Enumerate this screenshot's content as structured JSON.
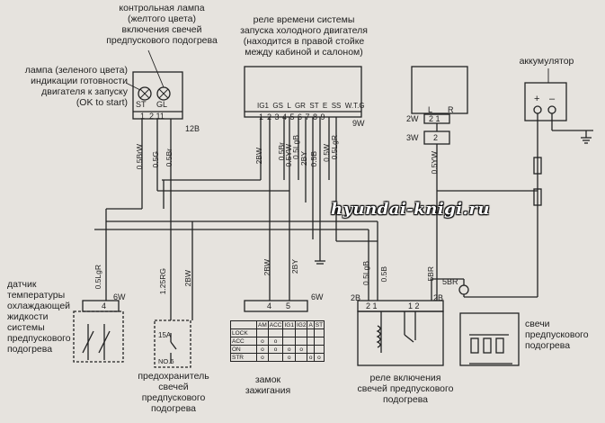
{
  "labels": {
    "yellow_lamp": "контрольная лампа\n(желтого цвета)\nвключения свечей\nпредпускового подогрева",
    "green_lamp": "лампа (зеленого цвета)\nиндикации готовности\nдвигателя к запуску\n(OK to start)",
    "relay_timer": "реле времени системы\nзапуска холодного двигателя\n(находится в правой стойке\nмежду кабиной и салоном)",
    "battery": "аккумулятор",
    "temp_sensor": "датчик\nтемпературы\nохлаждающей\nжидкости\nсистемы\nпредпускового\nподогрева",
    "fuse": "предохранитель\nсвечей\nпредпускового\nподогрева",
    "ignition": "замок\nзажигания",
    "glow_relay": "реле включения\nсвечей предпускового\nподогрева",
    "glow_plugs": "свечи\nпредпускового\nподогрева",
    "watermark": "hyundai-knigi.ru"
  },
  "pins": {
    "lamp_st": "ST",
    "lamp_gl": "GL",
    "lamp_pins": "1  2 11",
    "lamp_conn": "12B",
    "relay_terms": "IG1  GS  L  GR  ST  E  SS  W.T.G",
    "relay_pins": "2 3 4 5 6 7 8 9",
    "relay_pin1": "1",
    "relay_conn": "9W",
    "block_l": "L",
    "block_r": "R",
    "block_pins": "2 1",
    "block_2": "2",
    "conn_2w": "2W",
    "conn_3w": "3W",
    "bat_plus": "+",
    "bat_minus": "–",
    "sensor_pin": "4",
    "sensor_conn": "6W",
    "fuse_amp": "15A",
    "fuse_no": "NO.6",
    "ign_pin4": "4",
    "ign_pin5": "5",
    "ign_conn": "6W",
    "glow_left": "2 1",
    "glow_right": "1 2",
    "glow_conn_l": "2B",
    "glow_conn_r": "2B",
    "plug_wire": "5BR"
  },
  "wires": {
    "w1": "0.5BrW",
    "w2": "0.5G",
    "w3": "0.5Br",
    "w4": "2BW",
    "w5": "0.5Br",
    "w6": "0.5YW",
    "w7": "0.5LgB",
    "w8": "2BY",
    "w9": "0.5B",
    "w10": "0.5W",
    "w11": "0.5LgR",
    "w12": "0.5YW",
    "w13": "0.5LgR",
    "w14": "1.25RG",
    "w15": "2BW",
    "w16": "2BW",
    "w17": "2BY",
    "w18": "0.5LgB",
    "w19": "0.5B",
    "w20": "5BR"
  },
  "ignition_table": {
    "header": [
      "",
      "AM",
      "ACC",
      "IG1",
      "IG2",
      "A",
      "ST"
    ],
    "rows": [
      [
        "LOCK",
        "",
        "",
        "",
        "",
        "",
        ""
      ],
      [
        "ACC",
        "o",
        "o",
        "",
        "",
        "",
        ""
      ],
      [
        "ON",
        "o",
        "o",
        "o",
        "o",
        "",
        ""
      ],
      [
        "STR",
        "o",
        "",
        "o",
        "",
        "o",
        "o"
      ]
    ]
  }
}
